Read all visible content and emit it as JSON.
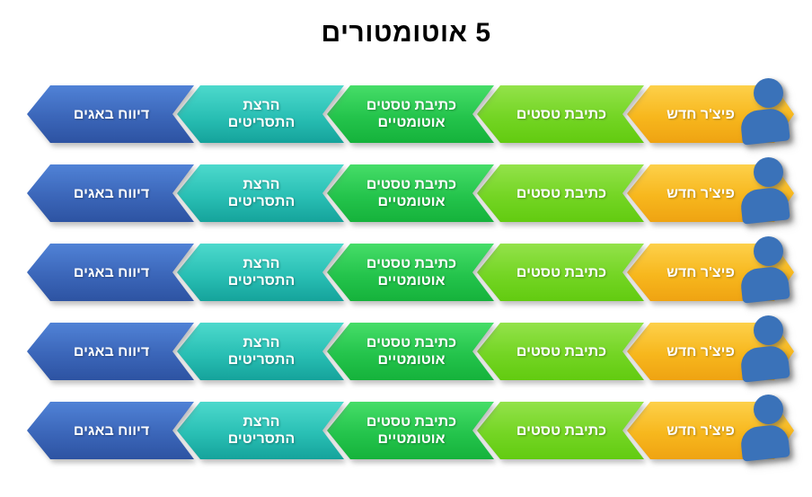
{
  "title": "5 אוטומטורים",
  "direction": "rtl",
  "palette": {
    "step_new_feature": "#f7b71d",
    "step_write_tests": "#74d524",
    "step_write_auto_tests": "#24c44c",
    "step_run_scripts": "#29bfb4",
    "step_report_bugs": "#3b66b9",
    "person_icon_color": "#3a72b9",
    "title_color": "#000000",
    "background": "#ffffff"
  },
  "rows": [
    {
      "steps": [
        {
          "label": "פיצ'ר חדש"
        },
        {
          "label": "כתיבת טסטים"
        },
        {
          "label": "כתיבת טסטים\nאוטומטיים"
        },
        {
          "label": "הרצת\nהתסריטים"
        },
        {
          "label": "דיווח באגים"
        }
      ]
    },
    {
      "steps": [
        {
          "label": "פיצ'ר חדש"
        },
        {
          "label": "כתיבת טסטים"
        },
        {
          "label": "כתיבת טסטים\nאוטומטיים"
        },
        {
          "label": "הרצת\nהתסריטים"
        },
        {
          "label": "דיווח באגים"
        }
      ]
    },
    {
      "steps": [
        {
          "label": "פיצ'ר חדש"
        },
        {
          "label": "כתיבת טסטים"
        },
        {
          "label": "כתיבת טסטים\nאוטומטיים"
        },
        {
          "label": "הרצת\nהתסריטים"
        },
        {
          "label": "דיווח באגים"
        }
      ]
    },
    {
      "steps": [
        {
          "label": "פיצ'ר חדש"
        },
        {
          "label": "כתיבת טסטים"
        },
        {
          "label": "כתיבת טסטים\nאוטומטיים"
        },
        {
          "label": "הרצת\nהתסריטים"
        },
        {
          "label": "דיווח באגים"
        }
      ]
    },
    {
      "steps": [
        {
          "label": "פיצ'ר חדש"
        },
        {
          "label": "כתיבת טסטים"
        },
        {
          "label": "כתיבת טסטים\nאוטומטיים"
        },
        {
          "label": "הרצת\nהתסריטים"
        },
        {
          "label": "דיווח באגים"
        }
      ]
    }
  ]
}
